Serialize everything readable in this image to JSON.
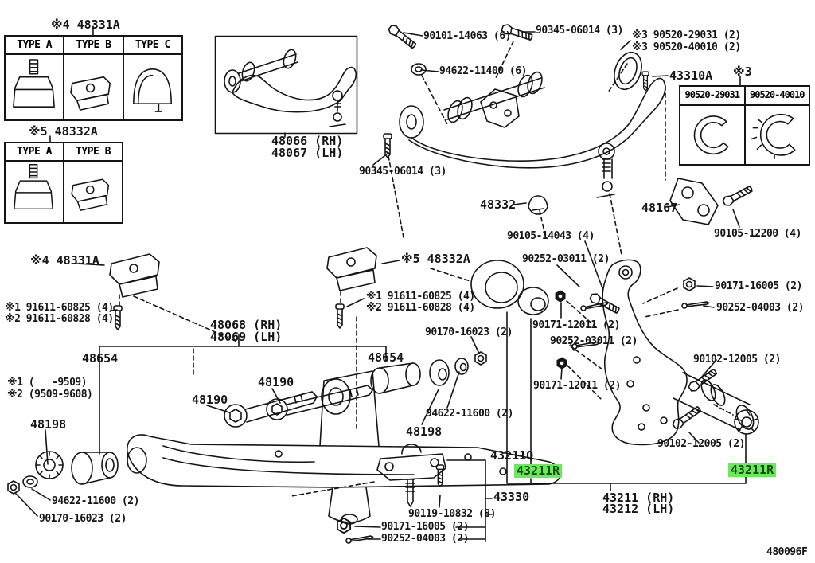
{
  "drawing": {
    "code": "480096F",
    "highlight_color": "#6ce95b",
    "line_color": "#151515"
  },
  "tables": {
    "t48331a": {
      "title": "※4 48331A",
      "headers": [
        "TYPE A",
        "TYPE B",
        "TYPE C"
      ]
    },
    "t48332a": {
      "title": "※5 48332A",
      "headers": [
        "TYPE A",
        "TYPE B"
      ]
    },
    "t90520": {
      "title": "※3",
      "headers": [
        "90520-29031",
        "90520-40010"
      ]
    }
  },
  "labels": {
    "box_48066_line1": "48066 (RH)",
    "box_48066_line2": "48067 (LH)",
    "p90101_14063": "90101-14063 (6)",
    "p94622_11400": "94622-11400 (6)",
    "p90345_06014_a": "90345-06014 (3)",
    "p90520_29031": "※3 90520-29031 (2)",
    "p90520_40010": "※3 90520-40010 (2)",
    "p43310a": "43310A",
    "p48167": "48167",
    "p90105_12200": "90105-12200 (4)",
    "p48332": "48332",
    "p90345_06014_b": "90345-06014 (3)",
    "p90105_14043": "90105-14043 (4)",
    "p90252_03011_a": "90252-03011 (2)",
    "p90171_16005_a": "90171-16005 (2)",
    "p90252_04003_a": "90252-04003 (2)",
    "p90171_12011_a": "90171-12011 (2)",
    "p90252_03011_b": "90252-03011 (2)",
    "p90171_12011_b": "90171-12011 (2)",
    "p90102_12005_a": "90102-12005 (2)",
    "p90102_12005_b": "90102-12005 (2)",
    "t48331a_b_title": "※4 48331A",
    "p91611_60825_a": "※1 91611-60825 (4)",
    "p91611_60828_a": "※2 91611-60828 (4)",
    "t48332a_b_title": "※5 48332A",
    "p91611_60825_b": "※1 91611-60825 (4)",
    "p91611_60828_b": "※2 91611-60828 (4)",
    "p48068": "48068 (RH)",
    "p48069": "48069 (LH)",
    "p48654_a": "48654",
    "p48654_b": "48654",
    "p90170_16023_a": "90170-16023 (2)",
    "p48190_a": "48190",
    "p48190_b": "48190",
    "p94622_11600_a": "94622-11600 (2)",
    "note_1": "※1 (   -9509)",
    "note_2": "※2 (9509-9608)",
    "p48198_a": "48198",
    "p94622_11600_b": "94622-11600 (2)",
    "p90170_16023_b": "90170-16023 (2)",
    "p48198_b": "48198",
    "p43211q": "43211Q",
    "p43211r_a": "43211R",
    "p43330": "43330",
    "p90119_10832": "90119-10832 (8)",
    "p90171_16005_b": "90171-16005 (2)",
    "p90252_04003_b": "90252-04003 (2)",
    "p43211r_b": "43211R",
    "p43211": "43211 (RH)",
    "p43212": "43212 (LH)",
    "drawing_code": "480096F"
  }
}
